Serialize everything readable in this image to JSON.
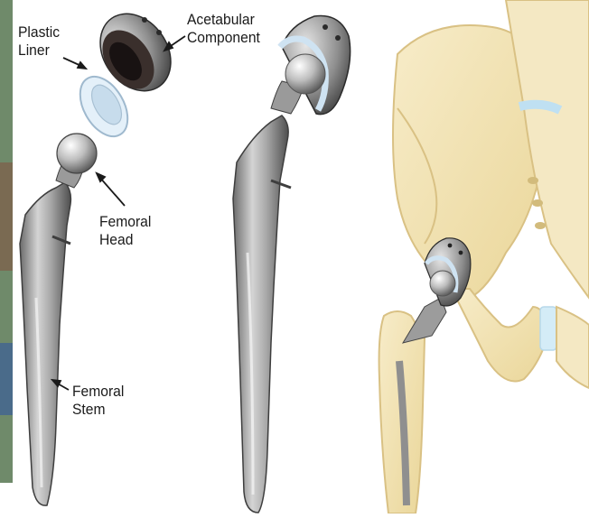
{
  "labels": {
    "plastic_liner": [
      "Plastic",
      "Liner"
    ],
    "acetabular_component": [
      "Acetabular",
      "Component"
    ],
    "femoral_head": [
      "Femoral",
      "Head"
    ],
    "femoral_stem": [
      "Femoral",
      "Stem"
    ]
  },
  "colors": {
    "metal_light": "#e9e9e9",
    "metal_mid": "#a9a9a9",
    "metal_dark": "#5b5b5b",
    "cup_dark": "#3a2f2c",
    "liner": "#cfe3f2",
    "bone": "#f3e6bf",
    "bone_shadow": "#e2cf97",
    "bone_edge": "#d9c184",
    "cartilage": "#cfe8f5"
  }
}
